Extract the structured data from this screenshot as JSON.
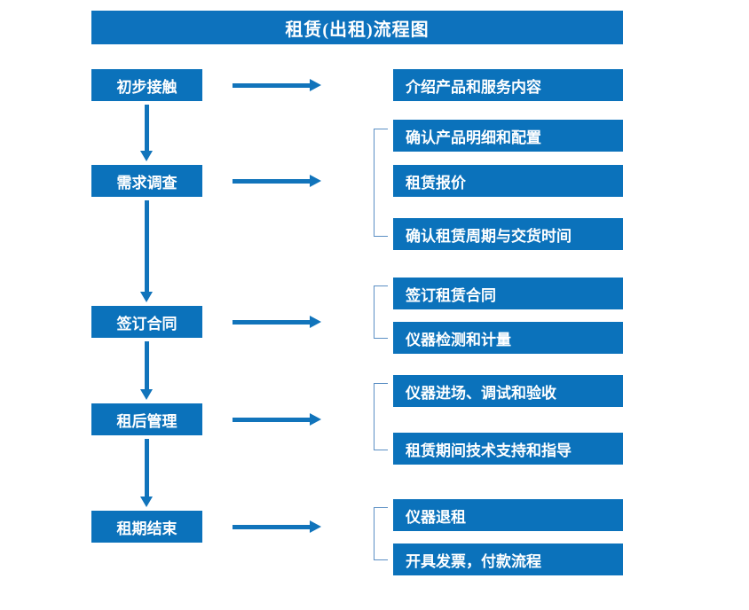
{
  "title": "租赁(出租)流程图",
  "colors": {
    "box_blue": "#0b72bb",
    "title_blue": "#0d72bd",
    "arrow_blue": "#1174bb",
    "bracket_blue": "#5b8fc4",
    "text": "#ffffff",
    "background": "#ffffff"
  },
  "stages": [
    {
      "label": "初步接触"
    },
    {
      "label": "需求调查"
    },
    {
      "label": "签订合同"
    },
    {
      "label": "租后管理"
    },
    {
      "label": "租期结束"
    }
  ],
  "details": [
    {
      "label": "介绍产品和服务内容"
    },
    {
      "label": "确认产品明细和配置"
    },
    {
      "label": "租赁报价"
    },
    {
      "label": "确认租赁周期与交货时间"
    },
    {
      "label": "签订租赁合同"
    },
    {
      "label": "仪器检测和计量"
    },
    {
      "label": "仪器进场、调试和验收"
    },
    {
      "label": "租赁期间技术支持和指导"
    },
    {
      "label": "仪器退租"
    },
    {
      "label": "开具发票，付款流程"
    }
  ],
  "chart_data": {
    "type": "diagram",
    "title": "租赁(出租)流程图",
    "diagram_kind": "flowchart",
    "orientation": "top-to-bottom with right branches",
    "nodes": [
      {
        "id": "s1",
        "label": "初步接触",
        "column": "left",
        "order": 1
      },
      {
        "id": "s2",
        "label": "需求调查",
        "column": "left",
        "order": 2
      },
      {
        "id": "s3",
        "label": "签订合同",
        "column": "left",
        "order": 3
      },
      {
        "id": "s4",
        "label": "租后管理",
        "column": "left",
        "order": 4
      },
      {
        "id": "s5",
        "label": "租期结束",
        "column": "left",
        "order": 5
      },
      {
        "id": "d1",
        "label": "介绍产品和服务内容",
        "column": "right",
        "parent": "s1"
      },
      {
        "id": "d2",
        "label": "确认产品明细和配置",
        "column": "right",
        "parent": "s2"
      },
      {
        "id": "d3",
        "label": "租赁报价",
        "column": "right",
        "parent": "s2"
      },
      {
        "id": "d4",
        "label": "确认租赁周期与交货时间",
        "column": "right",
        "parent": "s2"
      },
      {
        "id": "d5",
        "label": "签订租赁合同",
        "column": "right",
        "parent": "s3"
      },
      {
        "id": "d6",
        "label": "仪器检测和计量",
        "column": "right",
        "parent": "s3"
      },
      {
        "id": "d7",
        "label": "仪器进场、调试和验收",
        "column": "right",
        "parent": "s4"
      },
      {
        "id": "d8",
        "label": "租赁期间技术支持和指导",
        "column": "right",
        "parent": "s4"
      },
      {
        "id": "d9",
        "label": "仪器退租",
        "column": "right",
        "parent": "s5"
      },
      {
        "id": "d10",
        "label": "开具发票，付款流程",
        "column": "right",
        "parent": "s5"
      }
    ],
    "edges": [
      {
        "from": "s1",
        "to": "s2",
        "kind": "vertical-arrow"
      },
      {
        "from": "s2",
        "to": "s3",
        "kind": "vertical-arrow"
      },
      {
        "from": "s3",
        "to": "s4",
        "kind": "vertical-arrow"
      },
      {
        "from": "s4",
        "to": "s5",
        "kind": "vertical-arrow"
      },
      {
        "from": "s1",
        "to": "d1",
        "kind": "horizontal-arrow"
      },
      {
        "from": "s2",
        "to": "d2,d3,d4",
        "kind": "horizontal-arrow + bracket"
      },
      {
        "from": "s3",
        "to": "d5,d6",
        "kind": "horizontal-arrow + bracket"
      },
      {
        "from": "s4",
        "to": "d7,d8",
        "kind": "horizontal-arrow + bracket"
      },
      {
        "from": "s5",
        "to": "d9,d10",
        "kind": "horizontal-arrow + bracket"
      }
    ]
  }
}
